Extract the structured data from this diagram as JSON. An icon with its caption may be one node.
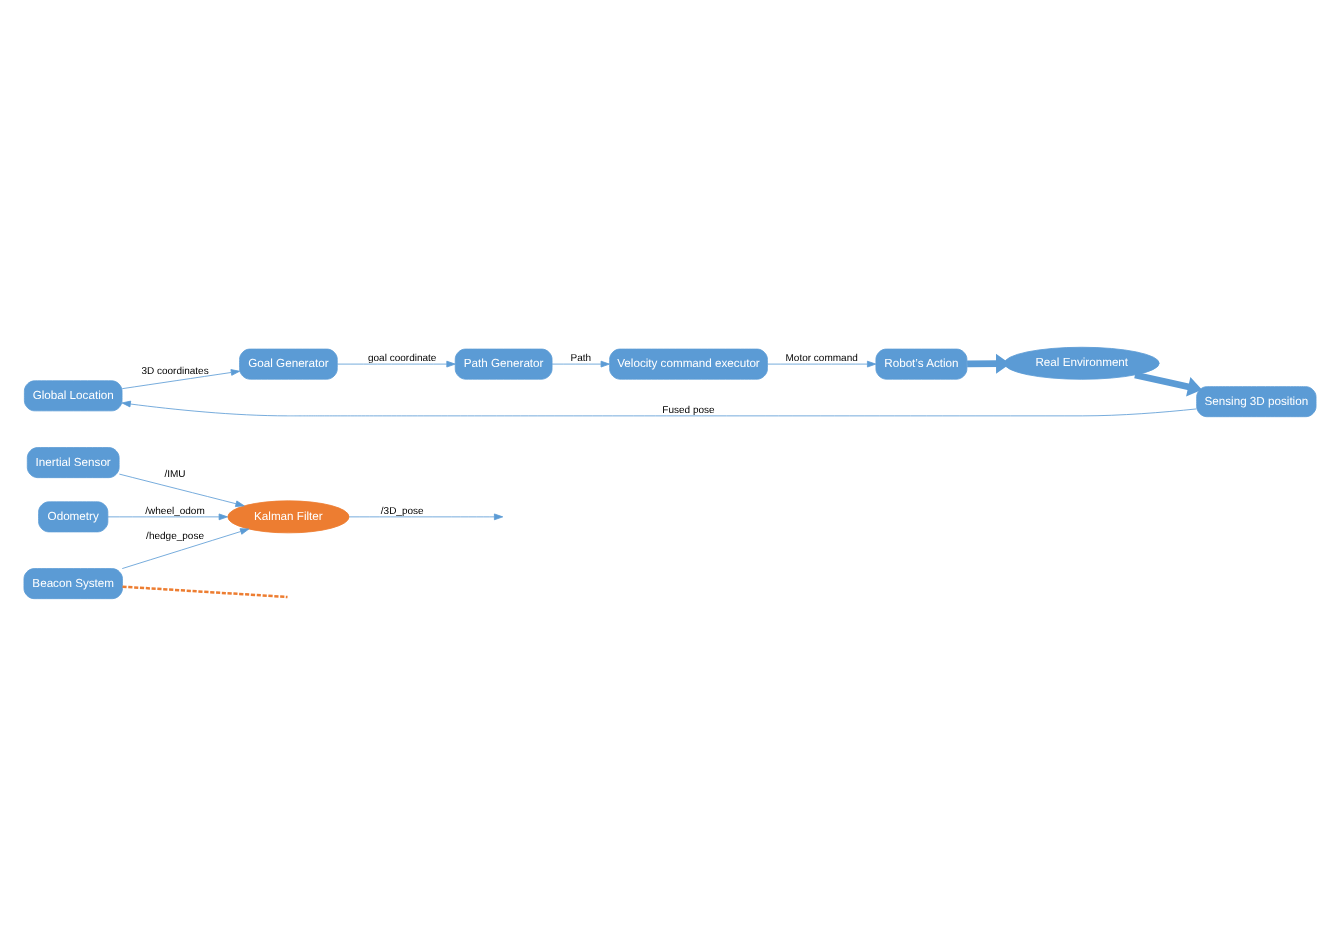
{
  "diagram": {
    "nodes": [
      {
        "text": [
          "Inertial Sensor"
        ]
      },
      {
        "text": [
          "Odometry"
        ]
      },
      {
        "text": [
          "Beacon System"
        ]
      },
      {
        "text": [
          "Kalman Filter"
        ]
      },
      {
        "text": [
          "Global Location"
        ]
      },
      {
        "text": [
          "Goal Generator"
        ]
      },
      {
        "text": [
          "Path Generator"
        ]
      },
      {
        "text": [
          "Velocity command executor"
        ]
      },
      {
        "text": [
          "Robot’s Action"
        ]
      },
      {
        "text": [
          "Real Environment"
        ]
      },
      {
        "text": [
          "Sensing 3D position"
        ]
      }
    ],
    "edges": [
      {
        "from": 0,
        "to": 3,
        "arrow": "to",
        "label": "/IMU"
      },
      {
        "from": 1,
        "to": 3,
        "arrow": "to",
        "label": "/wheel_odom"
      },
      {
        "from": 2,
        "to": 3,
        "arrow": "to",
        "label": "/hedge_pose"
      },
      {
        "from": 3,
        "to": null,
        "arrow": "to",
        "label": "/3D_pose"
      },
      {
        "from": 2,
        "to": null,
        "arrow": "none",
        "style": "dashed",
        "color": "#ed7d31"
      },
      {
        "from": 10,
        "to": 4,
        "arrow": "to",
        "label": "Fused pose"
      },
      {
        "from": 4,
        "to": 5,
        "arrow": "to",
        "label": "3D coordinates"
      },
      {
        "from": 5,
        "to": 6,
        "arrow": "to",
        "label": "goal coordinate"
      },
      {
        "from": 6,
        "to": 7,
        "arrow": "to",
        "label": "Path"
      },
      {
        "from": 7,
        "to": 8,
        "arrow": "to",
        "label": "Motor command"
      },
      {
        "from": 8,
        "to": 9,
        "arrow": "to",
        "style": "thick"
      },
      {
        "from": 9,
        "to": 10,
        "arrow": "to",
        "style": "thick"
      }
    ]
  }
}
